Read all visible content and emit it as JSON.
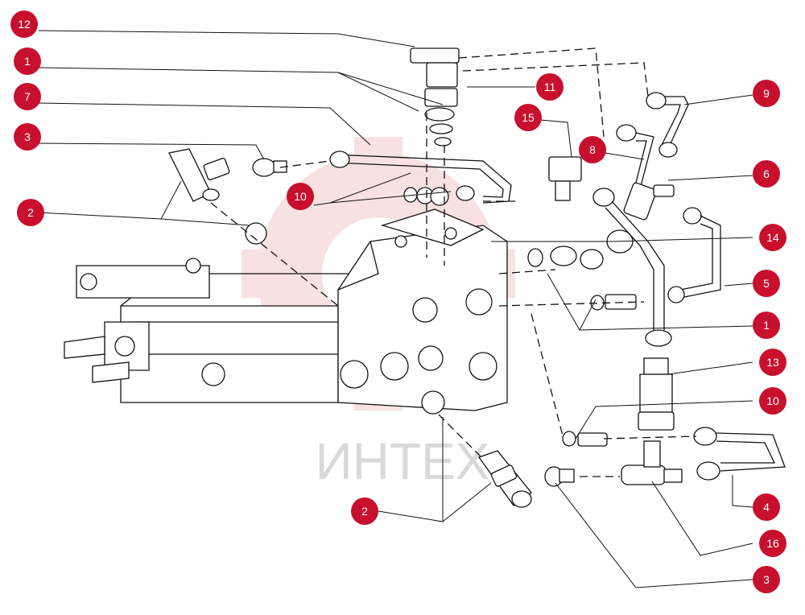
{
  "watermark": {
    "text": "ИНТЕХ",
    "color": "#d9d9d9",
    "gear_color": "#f4c9c9"
  },
  "colors": {
    "badge": "#c8102e",
    "badge_text": "#ffffff",
    "line": "#111111"
  },
  "callouts": [
    {
      "id": "c12",
      "label": "12"
    },
    {
      "id": "c1a",
      "label": "1"
    },
    {
      "id": "c7",
      "label": "7"
    },
    {
      "id": "c3a",
      "label": "3"
    },
    {
      "id": "c2a",
      "label": "2"
    },
    {
      "id": "c10a",
      "label": "10"
    },
    {
      "id": "c11",
      "label": "11"
    },
    {
      "id": "c15",
      "label": "15"
    },
    {
      "id": "c8",
      "label": "8"
    },
    {
      "id": "c9",
      "label": "9"
    },
    {
      "id": "c6",
      "label": "6"
    },
    {
      "id": "c14",
      "label": "14"
    },
    {
      "id": "c5",
      "label": "5"
    },
    {
      "id": "c1b",
      "label": "1"
    },
    {
      "id": "c13",
      "label": "13"
    },
    {
      "id": "c10b",
      "label": "10"
    },
    {
      "id": "c4",
      "label": "4"
    },
    {
      "id": "c16",
      "label": "16"
    },
    {
      "id": "c2b",
      "label": "2"
    },
    {
      "id": "c3b",
      "label": "3"
    }
  ]
}
